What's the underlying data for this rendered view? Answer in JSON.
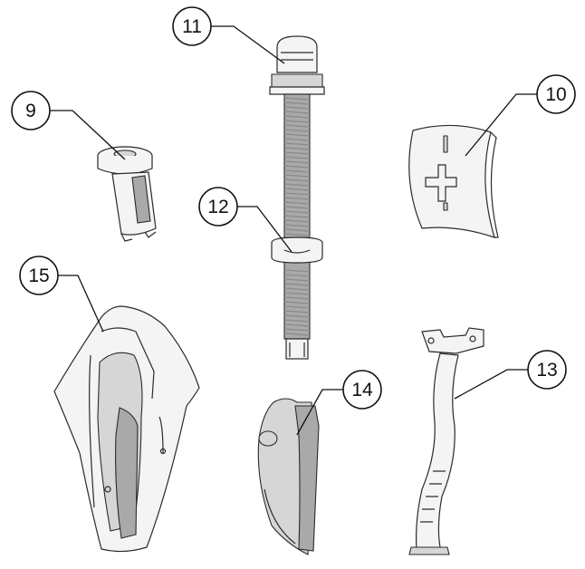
{
  "callouts": [
    {
      "id": "part-9",
      "label": "9"
    },
    {
      "id": "part-10",
      "label": "10"
    },
    {
      "id": "part-11",
      "label": "11"
    },
    {
      "id": "part-12",
      "label": "12"
    },
    {
      "id": "part-13",
      "label": "13"
    },
    {
      "id": "part-14",
      "label": "14"
    },
    {
      "id": "part-15",
      "label": "15"
    }
  ],
  "colors": {
    "line": "#2a2a2a",
    "shade": "#a9a9a9",
    "highlight": "#f4f4f4"
  }
}
